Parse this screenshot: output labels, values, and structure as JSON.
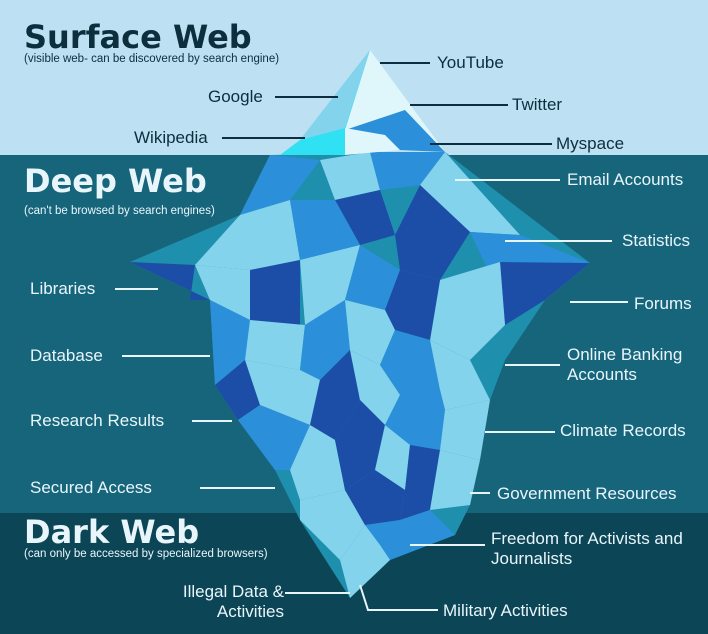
{
  "colors": {
    "surface_bg": "#bde0f3",
    "deep_bg": "#17657b",
    "dark_bg": "#0c4556",
    "ice_pale": "#84d3ec",
    "ice_mid": "#2b90d9",
    "ice_dark": "#1c4ea8",
    "ice_teal": "#1f8fae",
    "tip_cyan": "#2fe1f2",
    "tip_white": "#dff6fb"
  },
  "surface": {
    "title": "Surface Web",
    "subtitle": "(visible web- can be discovered by search engine)",
    "labels": [
      "YouTube",
      "Google",
      "Twitter",
      "Wikipedia",
      "Myspace"
    ]
  },
  "deep": {
    "title": "Deep Web",
    "subtitle": "(can't be browsed by search engines)",
    "left_labels": [
      "Libraries",
      "Database",
      "Research Results",
      "Secured Access"
    ],
    "right_labels": [
      "Email Accounts",
      "Statistics",
      "Forums",
      "Online Banking Accounts",
      "Climate Records",
      "Government Resources"
    ]
  },
  "dark": {
    "title": "Dark Web",
    "subtitle": "(can only be accessed by specialized browsers)",
    "labels": [
      "Freedom for Activists and Journalists",
      "Illegal Data & Activities",
      "Military Activities"
    ]
  }
}
